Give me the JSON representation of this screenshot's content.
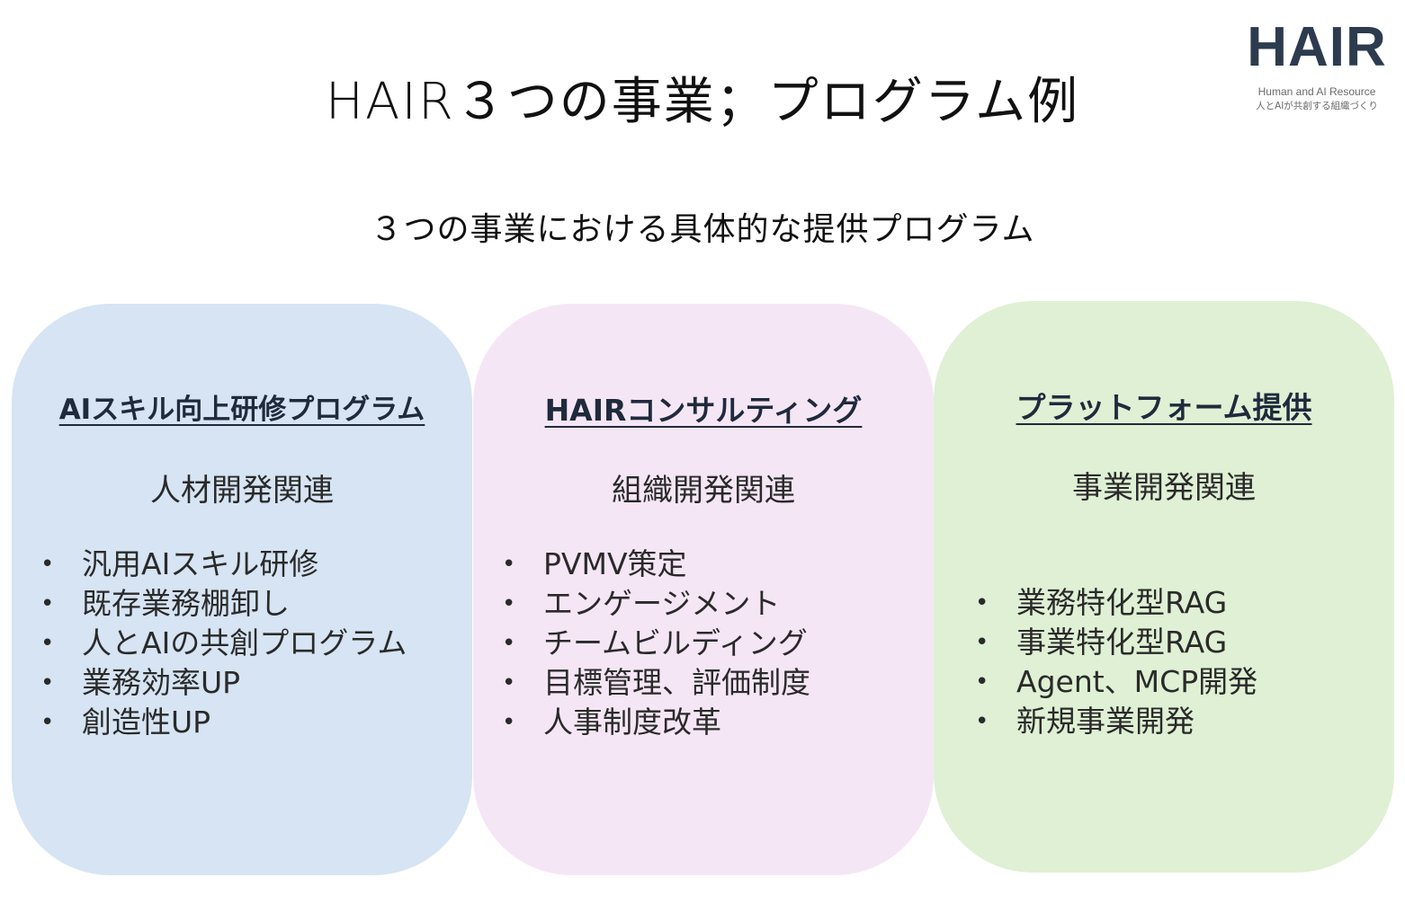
{
  "title": "HAIR３つの事業；プログラム例",
  "logo": {
    "mark": "HAIR",
    "tagline_en": "Human and AI Resource",
    "tagline_ja": "人とAIが共創する組織づくり"
  },
  "subtitle": "３つの事業における具体的な提供プログラム",
  "colors": {
    "card1_bg": "#d6e4f3",
    "card2_bg": "#f5e6f6",
    "card3_bg": "#dff0d4",
    "heading": "#1f2a3c",
    "logo": "#2d3b4f"
  },
  "cards": [
    {
      "title": "AIスキル向上研修プログラム",
      "category": "人材開発関連",
      "items": [
        "汎用AIスキル研修",
        "既存業務棚卸し",
        "人とAIの共創プログラム",
        "業務効率UP",
        "創造性UP"
      ]
    },
    {
      "title": "HAIRコンサルティング",
      "category": "組織開発関連",
      "items": [
        "PVMV策定",
        "エンゲージメント",
        "チームビルディング",
        "目標管理、評価制度",
        "人事制度改革"
      ]
    },
    {
      "title": "プラットフォーム提供",
      "category": "事業開発関連",
      "items": [
        "業務特化型RAG",
        "事業特化型RAG",
        "Agent、MCP開発",
        "新規事業開発"
      ]
    }
  ],
  "bullet_char": "•"
}
